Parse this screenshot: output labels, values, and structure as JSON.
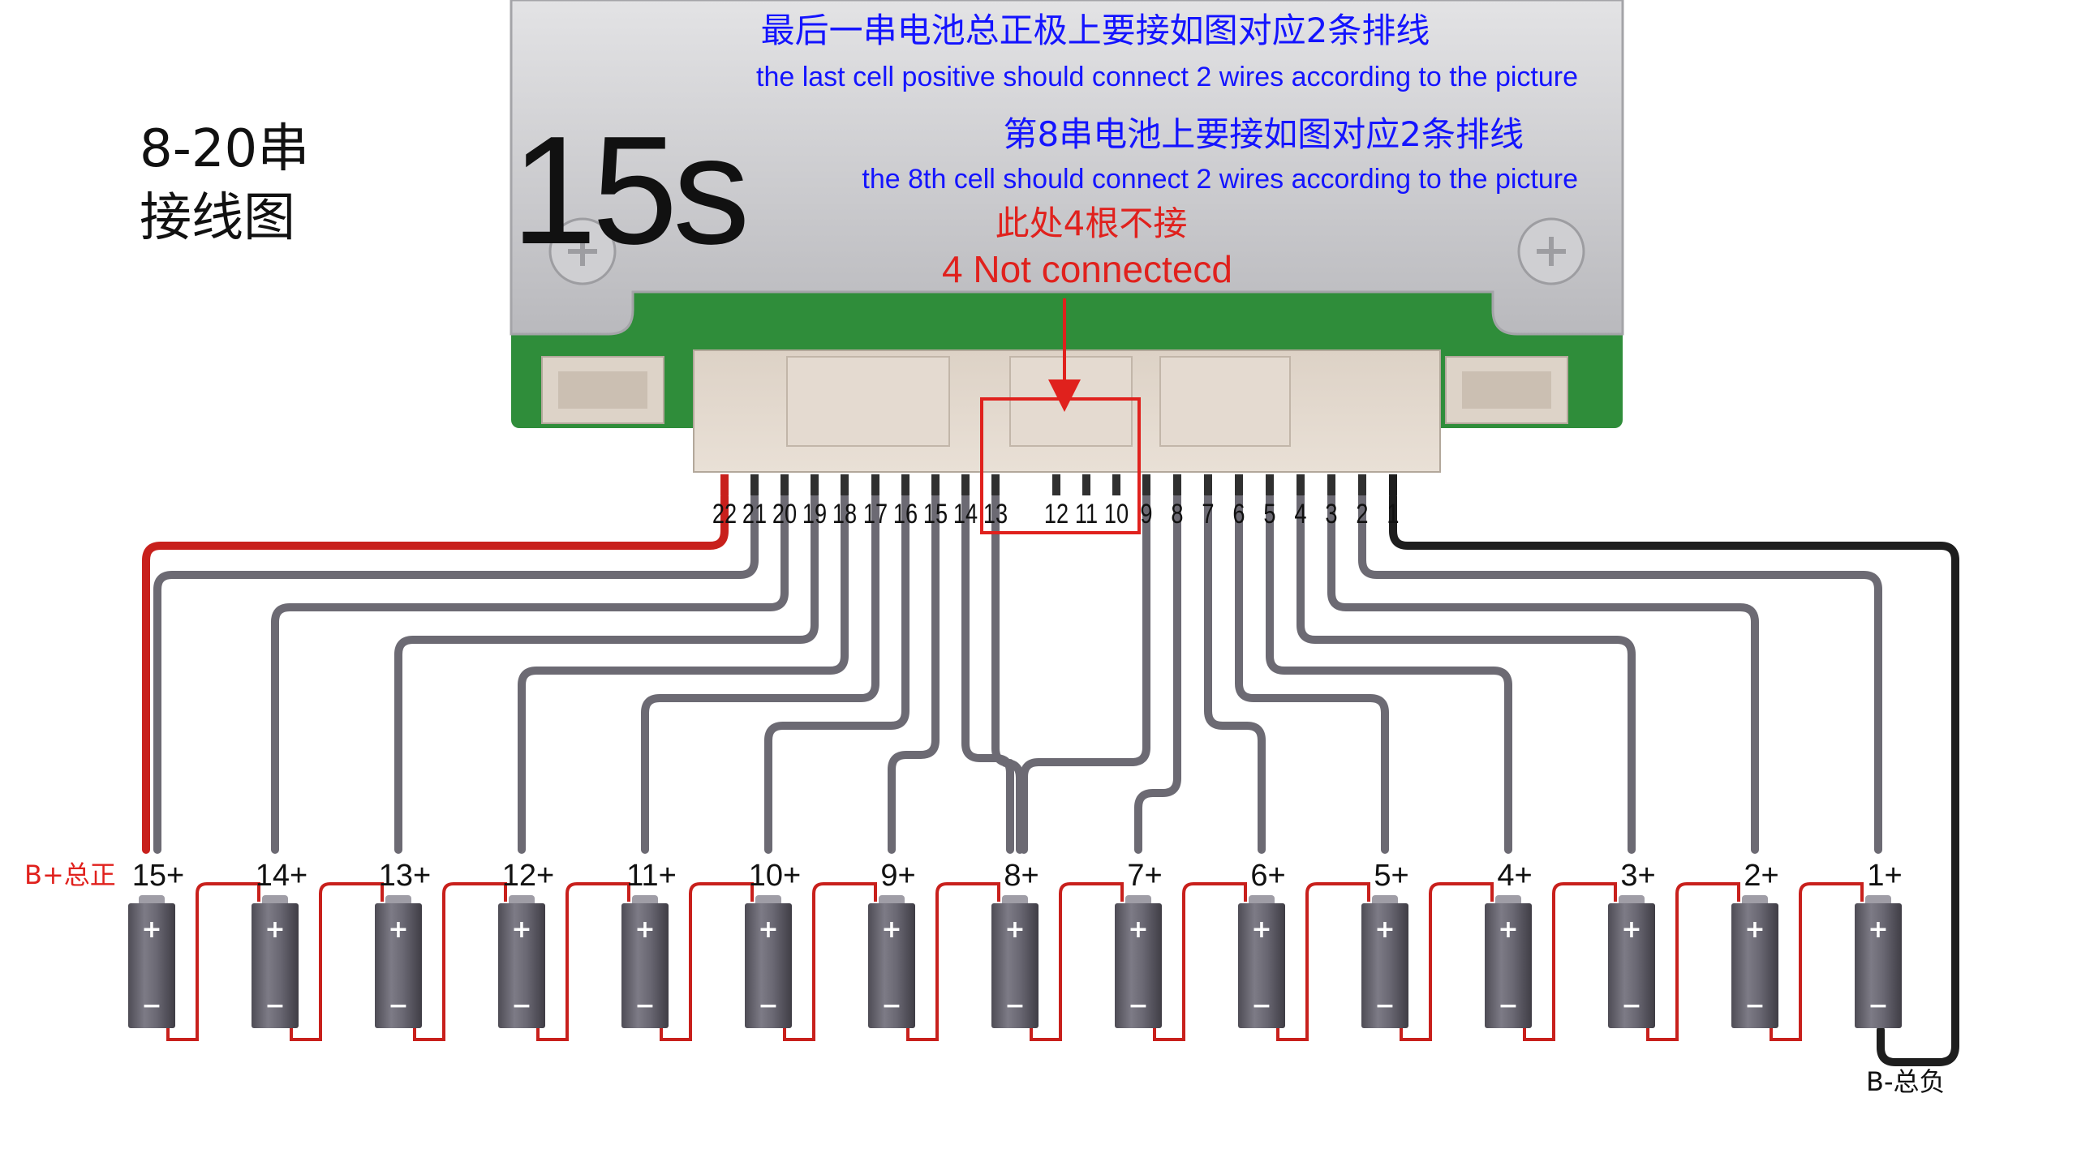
{
  "title_block": {
    "line1": "8-20串",
    "line2": "接线图"
  },
  "board": {
    "model": "15s"
  },
  "notes": {
    "last_cell_cn": "最后一串电池总正极上要接如图对应2条排线",
    "last_cell_en": "the last cell positive should connect 2 wires according to the picture",
    "cell8_cn": "第8串电池上要接如图对应2条排线",
    "cell8_en": "the 8th cell should connect 2 wires according to the picture",
    "not_connected_cn": "此处4根不接",
    "not_connected_en": "4 Not connectecd"
  },
  "pins": [
    "22",
    "21",
    "20",
    "19",
    "18",
    "17",
    "16",
    "15",
    "14",
    "13",
    "12",
    "11",
    "10",
    "9",
    "8",
    "7",
    "6",
    "5",
    "4",
    "3",
    "2",
    "1"
  ],
  "cells": [
    "15+",
    "14+",
    "13+",
    "12+",
    "11+",
    "10+",
    "9+",
    "8+",
    "7+",
    "6+",
    "5+",
    "4+",
    "3+",
    "2+",
    "1+"
  ],
  "battery_plus": "+",
  "battery_minus": "−",
  "labels": {
    "b_plus": "B+总正",
    "b_minus": "B-总负"
  },
  "colors": {
    "positive_wire": "#c8201c",
    "negative_wire": "#1e1e1e",
    "balance_wire": "#6c6a73",
    "pcb": "#2f8d3a",
    "note_blue": "#1414ff",
    "note_red": "#e0211d",
    "highlight_box": "#e0211d"
  }
}
